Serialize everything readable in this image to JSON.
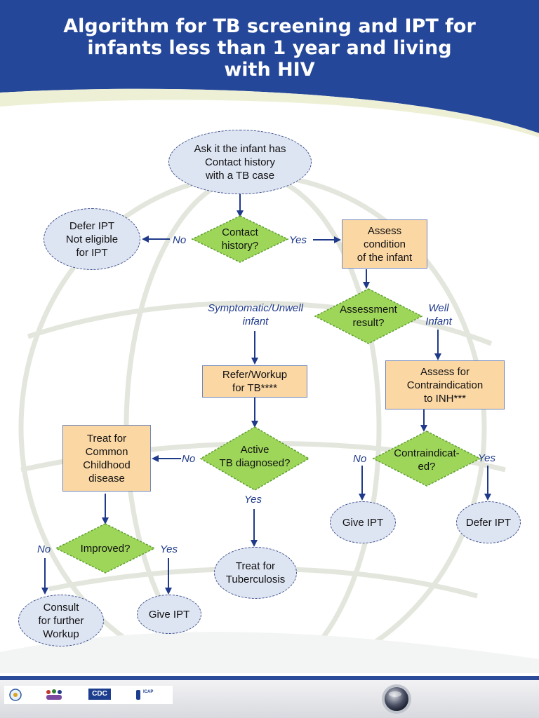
{
  "title": {
    "lines": [
      "Algorithm for TB screening and IPT for",
      "infants less than 1 year and living",
      "with HIV"
    ]
  },
  "colors": {
    "header_blue": "#24479a",
    "oval_fill": "#dde4f2",
    "box_fill": "#fbd7a4",
    "diamond_fill": "#9ed65a",
    "arrow": "#1f3a8a"
  },
  "nodes": {
    "ask": {
      "lines": [
        "Ask it the infant has",
        "Contact history",
        "with a TB case"
      ]
    },
    "contact": {
      "lines": [
        "Contact",
        "history?"
      ]
    },
    "defer_ne": {
      "lines": [
        "Defer IPT",
        "Not eligible",
        "for IPT"
      ]
    },
    "assess_cond": {
      "lines": [
        "Assess",
        "condition",
        "of the infant"
      ]
    },
    "assess_res": {
      "lines": [
        "Assessment",
        "result?"
      ]
    },
    "refer": {
      "lines": [
        "Refer/Workup",
        "for TB****"
      ]
    },
    "assess_contra": {
      "lines": [
        "Assess for",
        "Contraindication",
        "to INH***"
      ]
    },
    "active": {
      "lines": [
        "Active",
        "TB diagnosed?"
      ]
    },
    "treat_common": {
      "lines": [
        "Treat for",
        "Common",
        "Childhood",
        "disease"
      ]
    },
    "contra": {
      "lines": [
        "Contraindicat-",
        "ed?"
      ]
    },
    "give_r": {
      "lines": [
        "Give IPT"
      ]
    },
    "defer_r": {
      "lines": [
        "Defer IPT"
      ]
    },
    "improved": {
      "lines": [
        "Improved?"
      ]
    },
    "treat_tb": {
      "lines": [
        "Treat for",
        "Tuberculosis"
      ]
    },
    "consult": {
      "lines": [
        "Consult",
        "for further",
        "Workup"
      ]
    },
    "give_l": {
      "lines": [
        "Give IPT"
      ]
    }
  },
  "labels": {
    "no1": "No",
    "yes1": "Yes",
    "symptomatic": [
      "Symptomatic/Unwell",
      "infant"
    ],
    "well": [
      "Well",
      "Infant"
    ],
    "no2": "No",
    "yes2": "Yes",
    "no3": "No",
    "yes3": "Yes",
    "no4": "No",
    "yes4": "Yes"
  },
  "footer": {
    "logos": [
      "CDC",
      "ICAP"
    ]
  }
}
